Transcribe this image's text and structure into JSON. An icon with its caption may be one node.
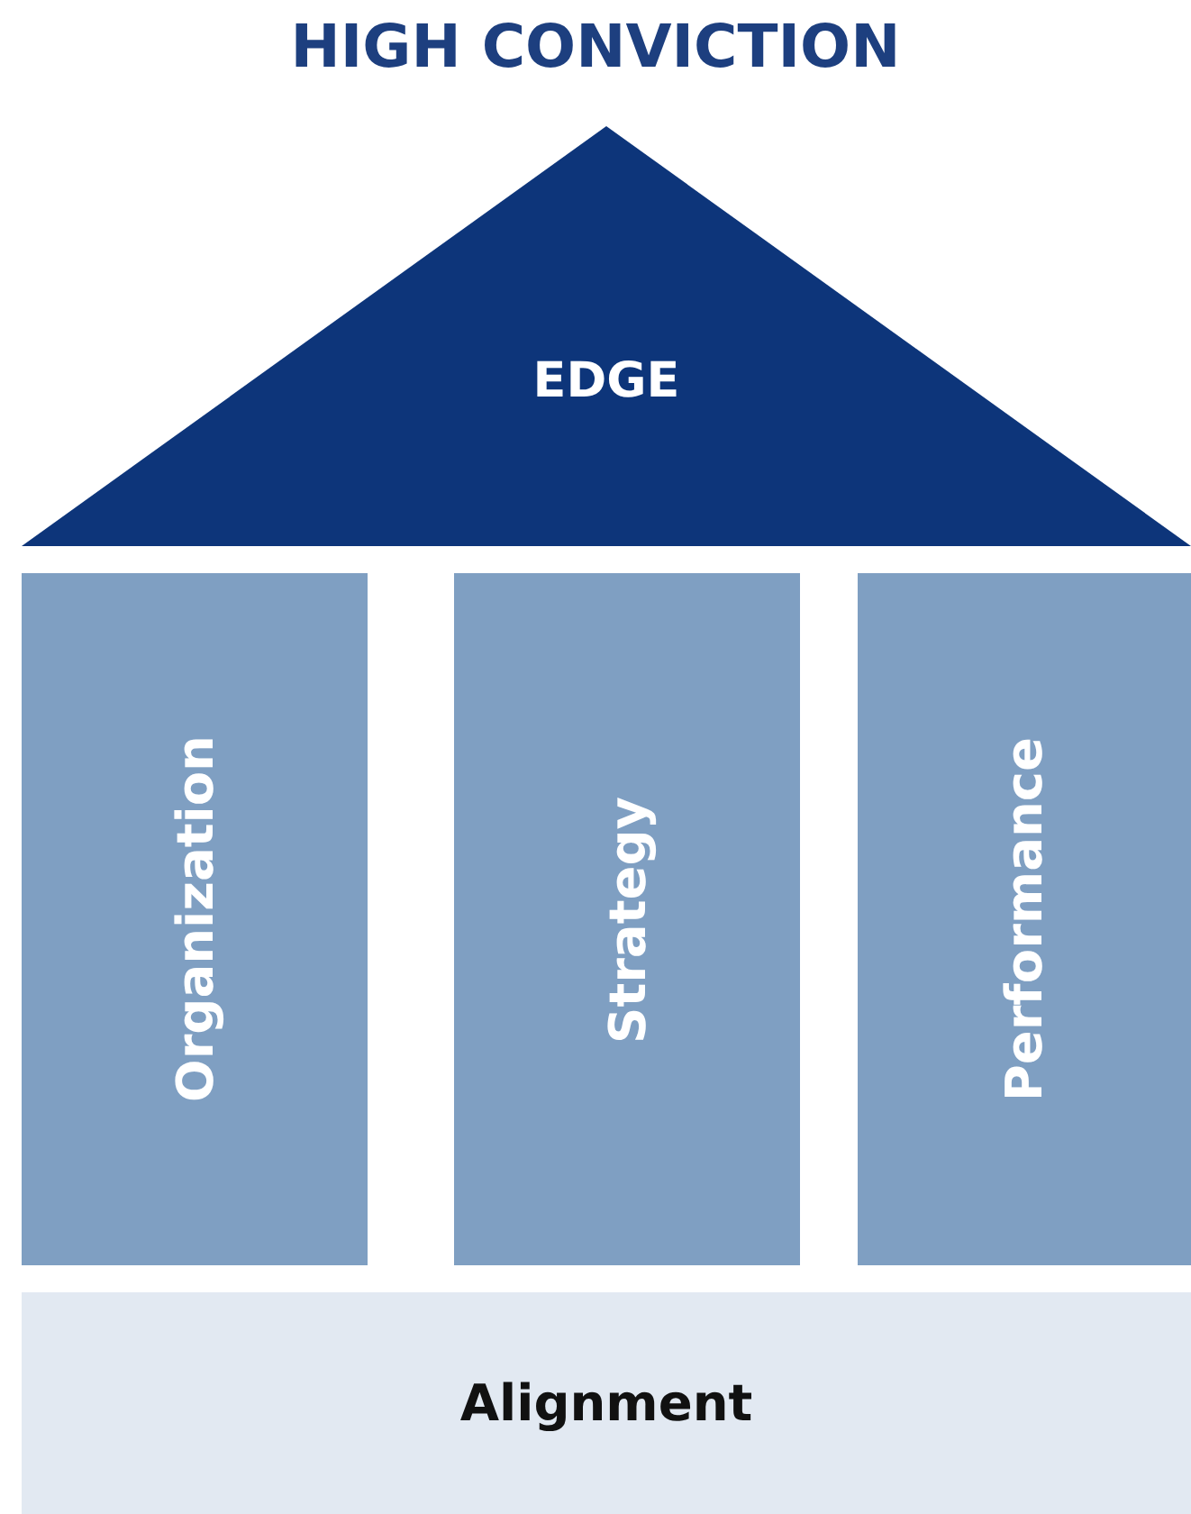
{
  "diagram": {
    "title": "HIGH CONVICTION",
    "nodes": [
      {
        "text": [
          "EDGE"
        ]
      },
      {
        "text": [
          "Organization"
        ]
      },
      {
        "text": [
          "Strategy"
        ]
      },
      {
        "text": [
          "Performance"
        ]
      },
      {
        "text": [
          "Alignment"
        ]
      }
    ]
  }
}
